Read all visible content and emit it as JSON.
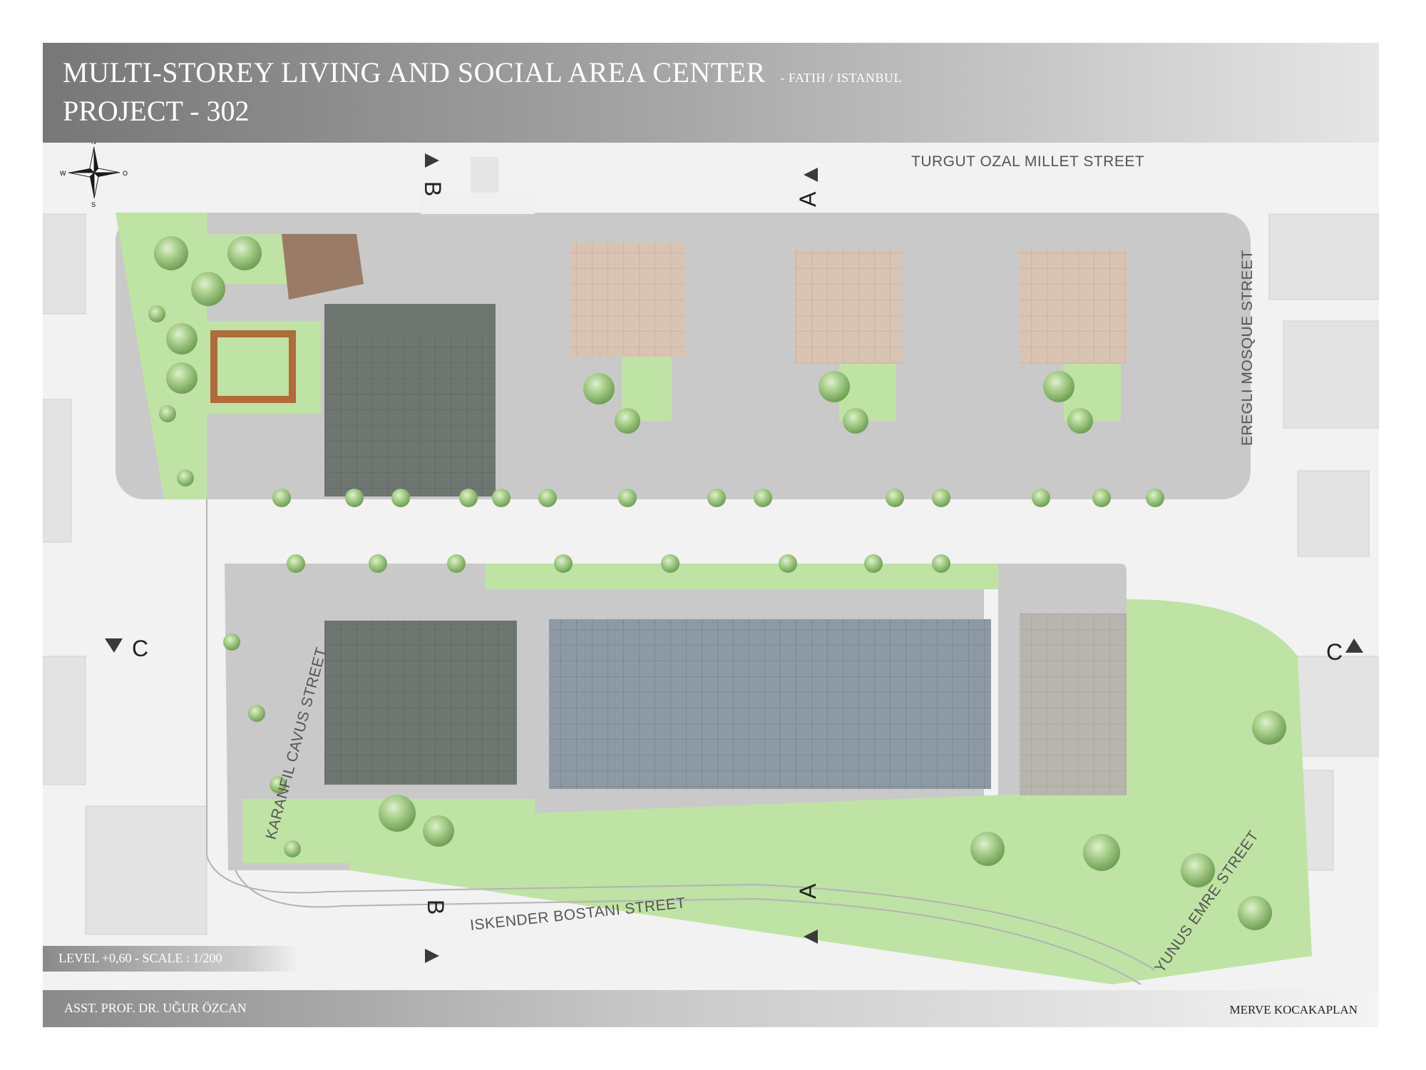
{
  "title": {
    "main": "MULTI-STOREY LIVING AND SOCIAL AREA CENTER",
    "location": "- FATIH / ISTANBUL",
    "project": "PROJECT - 302"
  },
  "streets": {
    "north": "TURGUT OZAL MILLET STREET",
    "east": "EREGLI MOSQUE STREET",
    "west": "KARANFIL CAVUS STREET",
    "south": "ISKENDER BOSTANI STREET",
    "southeast": "YUNUS EMRE STREET"
  },
  "sections": {
    "a": "A",
    "b": "B",
    "c": "C"
  },
  "compass": {
    "n": "N",
    "s": "S",
    "e": "O",
    "w": "W"
  },
  "level_label": "LEVEL +0,60 - SCALE : 1/200",
  "footer": {
    "advisor": "ASST. PROF. DR. UĞUR ÖZCAN",
    "author": "MERVE KOCAKAPLAN"
  },
  "colors": {
    "road": "#f2f2f2",
    "site": "#c9c9c9",
    "green": "#bfe3a4",
    "tree": "#8fbf6f",
    "dark_block": "#6f7672",
    "blue_block": "#8d9aa6",
    "beige_block": "#d9c3b3",
    "grey_block": "#b8b4ae",
    "roof": "#9a7b66",
    "neighbour": "#e3e3e3"
  }
}
